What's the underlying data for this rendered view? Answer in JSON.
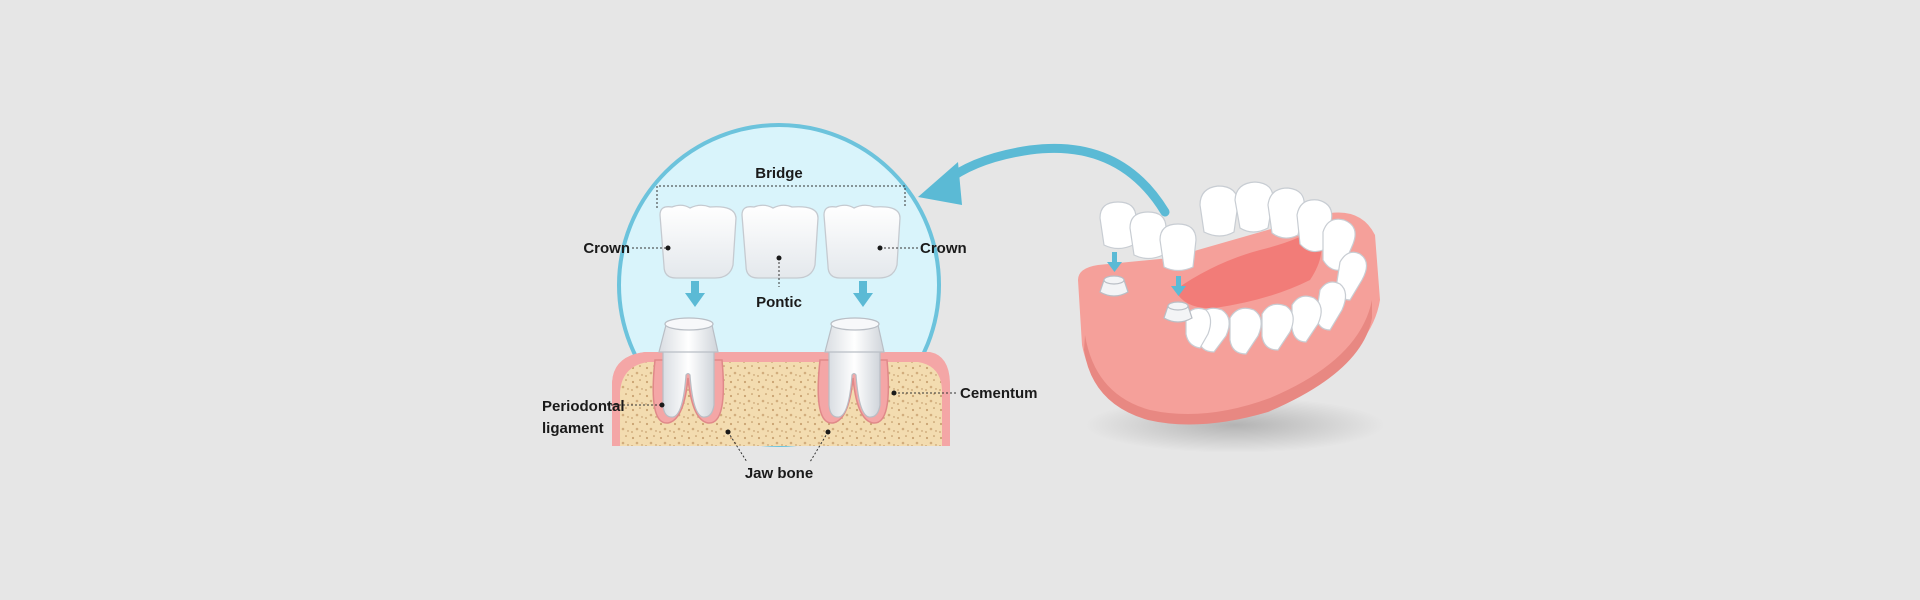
{
  "diagram": {
    "labels": {
      "bridge": "Bridge",
      "crown_left": "Crown",
      "crown_right": "Crown",
      "pontic": "Pontic",
      "periodontal_line1": "Periodontal",
      "periodontal_line2": "ligament",
      "cementum": "Cementum",
      "jaw_bone": "Jaw bone"
    },
    "colors": {
      "background": "#e6e6e6",
      "circle_fill": "#d9f4fb",
      "circle_stroke": "#6cc3dc",
      "arrow": "#5bbad5",
      "gum": "#f4a6a6",
      "bone": "#f3dcb0",
      "tooth": "#ffffff"
    },
    "icons": [
      "curved-arrow-icon",
      "down-arrow-icon"
    ]
  }
}
